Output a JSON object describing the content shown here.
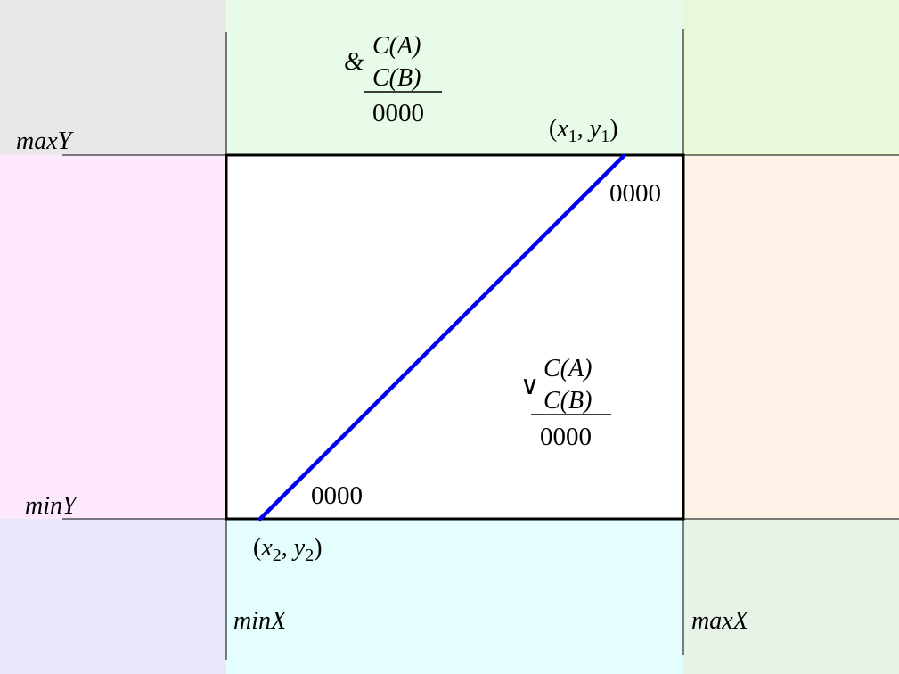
{
  "regions": {
    "top_left": {
      "color": "#e9e7ea"
    },
    "top": {
      "color": "#e7fbe8"
    },
    "top_right": {
      "color": "#e8f8d8"
    },
    "left": {
      "color": "#fee8fe"
    },
    "center": {
      "color": "#ffffff"
    },
    "right": {
      "color": "#fef3e7"
    },
    "bottom_left": {
      "color": "#e8e7fc"
    },
    "bottom": {
      "color": "#e4fefd"
    },
    "bottom_right": {
      "color": "#e7f3e7"
    }
  },
  "axis_labels": {
    "max_y": "maxY",
    "min_y": "minY",
    "min_x": "minX",
    "max_x": "maxX"
  },
  "points": {
    "p1": {
      "x": "x",
      "x_sub": "1",
      "y": "y",
      "y_sub": "1"
    },
    "p2": {
      "x": "x",
      "x_sub": "2",
      "y": "y",
      "y_sub": "2"
    }
  },
  "segment": {
    "color": "#0000ee"
  },
  "codes": {
    "top_formula": {
      "op": "&",
      "num1": "C(A)",
      "num2": "C(B)",
      "code": "0000"
    },
    "inside_formula": {
      "op": "∨",
      "num1": "C(A)",
      "num2": "C(B)",
      "code": "0000"
    },
    "p1_code": "0000",
    "p2_code": "0000"
  }
}
